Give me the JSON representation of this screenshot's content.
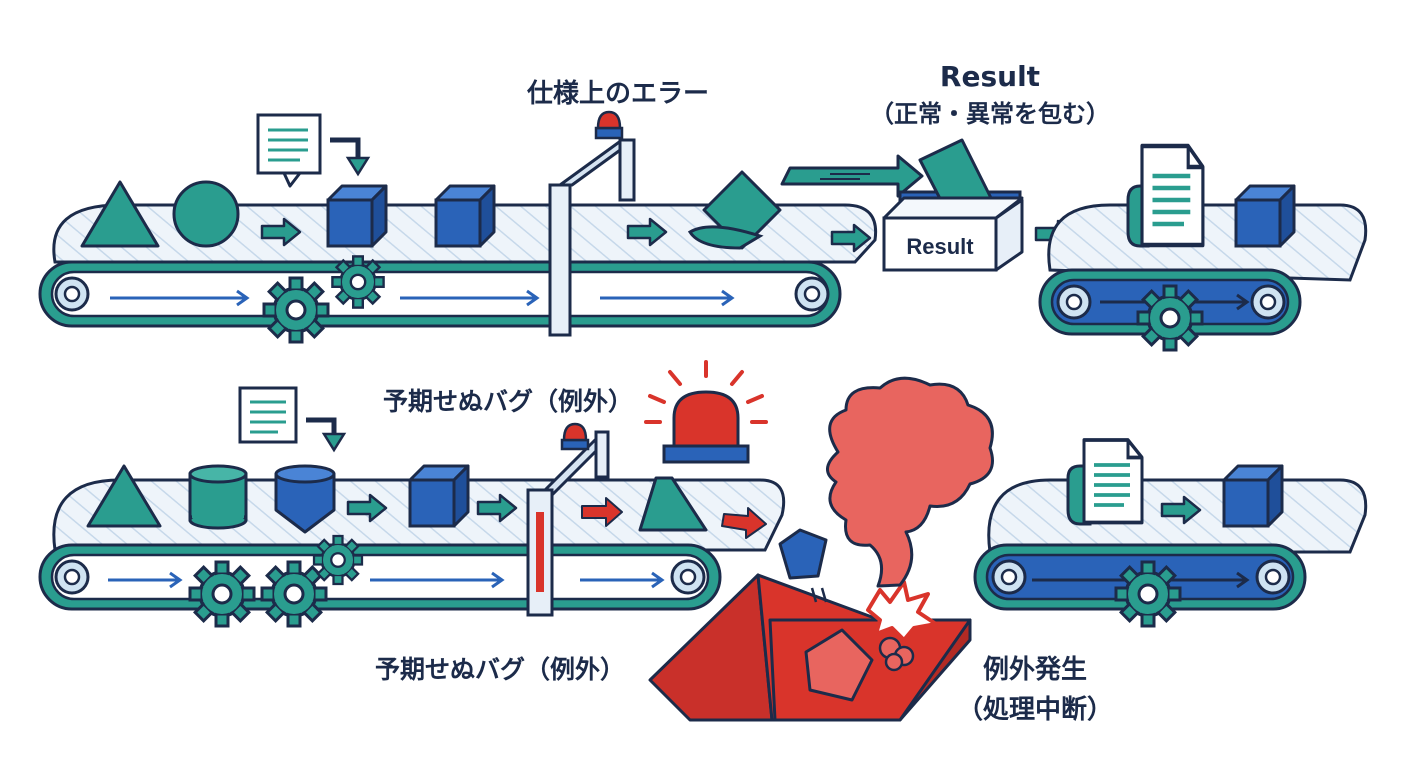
{
  "labels": {
    "spec_error": "仕様上のエラー",
    "result_title": "Result",
    "result_subtitle": "（正常・異常を包む）",
    "result_box": "Result",
    "bug_top": "予期せぬバグ（例外）",
    "bug_bottom": "予期せぬバグ（例外）",
    "exception_line1": "例外発生",
    "exception_line2": "（処理中断）"
  },
  "colors": {
    "navy": "#1c2b4a",
    "teal": "#2a9d8f",
    "blue": "#2a63b8",
    "red": "#d9342b",
    "pink": "#e8655f",
    "belt": "#eef4fa",
    "belt_stripe": "#c6d8ea"
  }
}
